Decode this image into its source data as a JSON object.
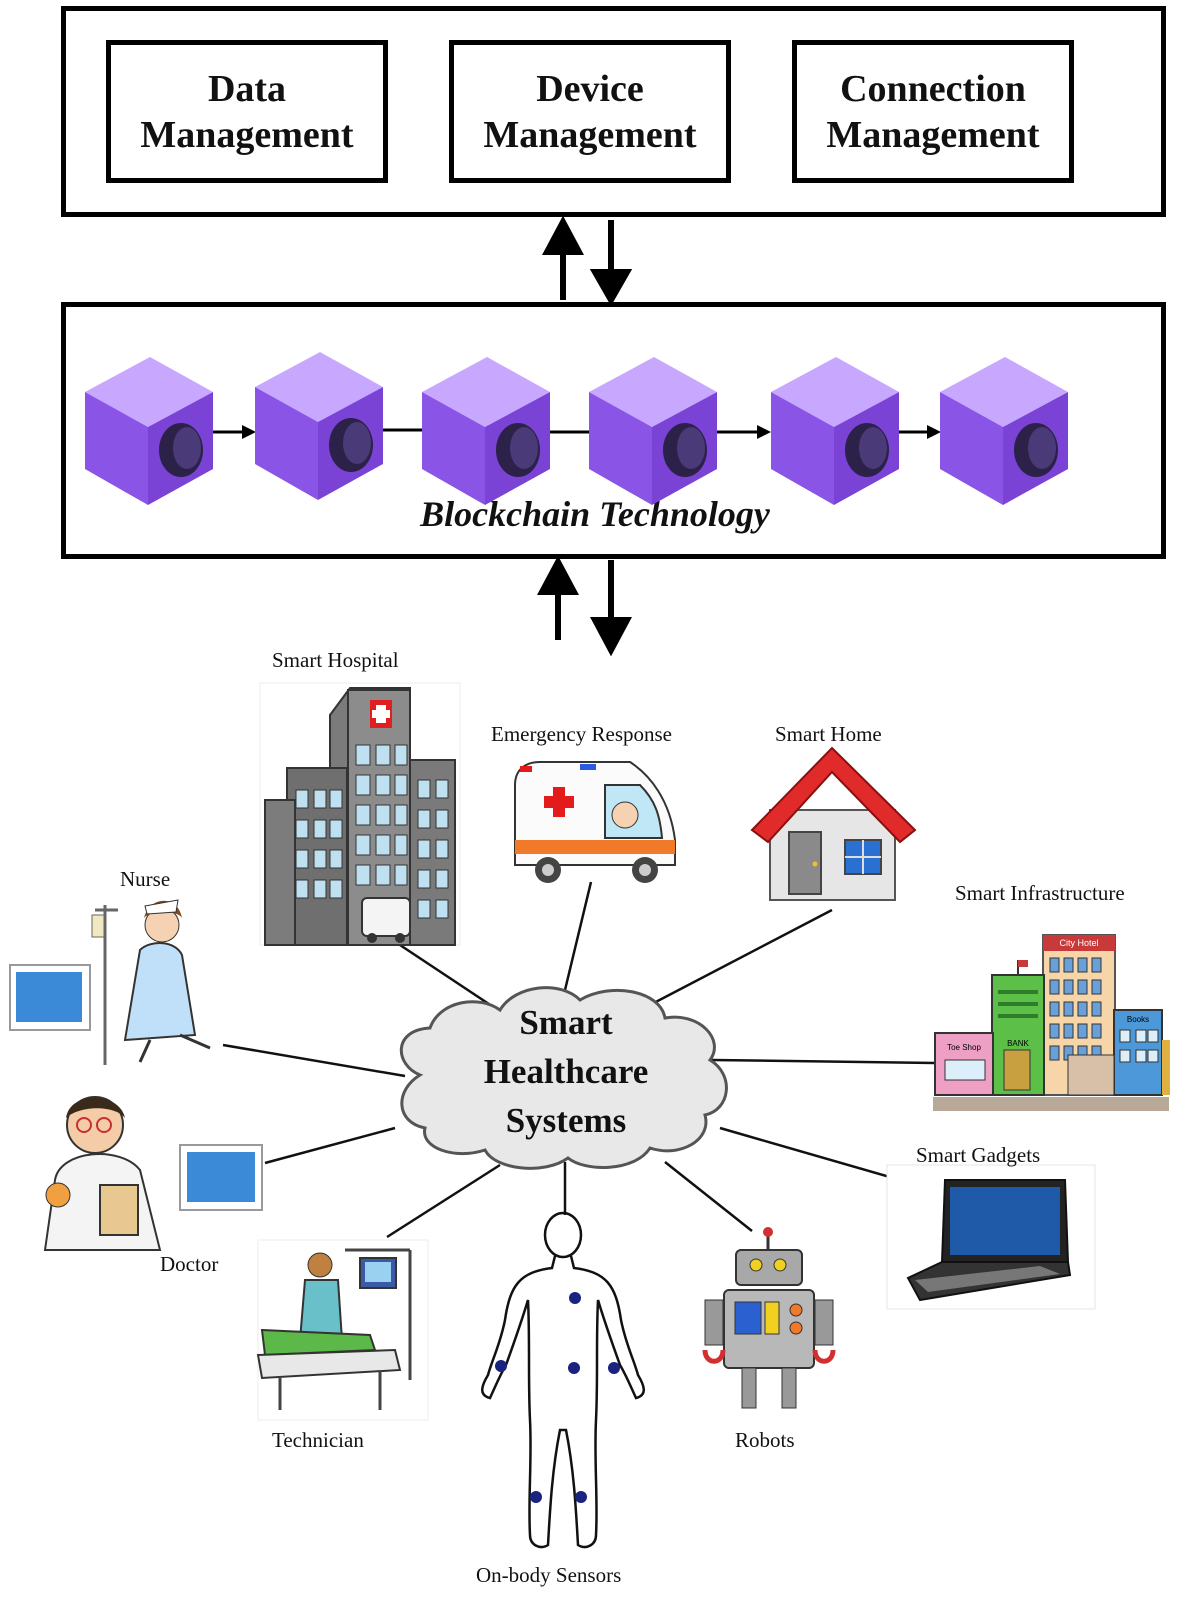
{
  "management": {
    "boxes": [
      {
        "line1": "Data",
        "line2": "Management"
      },
      {
        "line1": "Device",
        "line2": "Management"
      },
      {
        "line1": "Connection",
        "line2": "Management"
      }
    ]
  },
  "blockchain": {
    "title": "Blockchain Technology",
    "block_color": "#a06ff0"
  },
  "hub": {
    "line1": "Smart",
    "line2": "Healthcare",
    "line3": "Systems"
  },
  "nodes": {
    "smart_hospital": "Smart Hospital",
    "emergency_response": "Emergency Response",
    "smart_home": "Smart Home",
    "smart_infrastructure": "Smart Infrastructure",
    "nurse": "Nurse",
    "doctor": "Doctor",
    "smart_gadgets": "Smart Gadgets",
    "technician": "Technician",
    "on_body_sensors": "On-body Sensors",
    "robots": "Robots"
  },
  "signage": {
    "hotel": "City Hotel",
    "bank": "BANK",
    "shop": "Toe Shop",
    "books": "Books"
  }
}
